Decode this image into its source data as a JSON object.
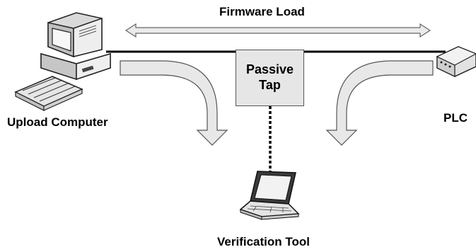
{
  "labels": {
    "firmware_load": "Firmware Load",
    "upload_computer": "Upload Computer",
    "plc": "PLC",
    "verification_tool": "Verification Tool",
    "tap_line1": "Passive",
    "tap_line2": "Tap"
  },
  "icons": {
    "upload_computer": "desktop-computer-icon",
    "plc": "plc-device-icon",
    "verification_tool": "laptop-icon"
  },
  "colors": {
    "arrow_fill": "#e8e8e8",
    "arrow_stroke": "#555555",
    "tap_fill": "#e6e6e6",
    "line": "#000000"
  }
}
